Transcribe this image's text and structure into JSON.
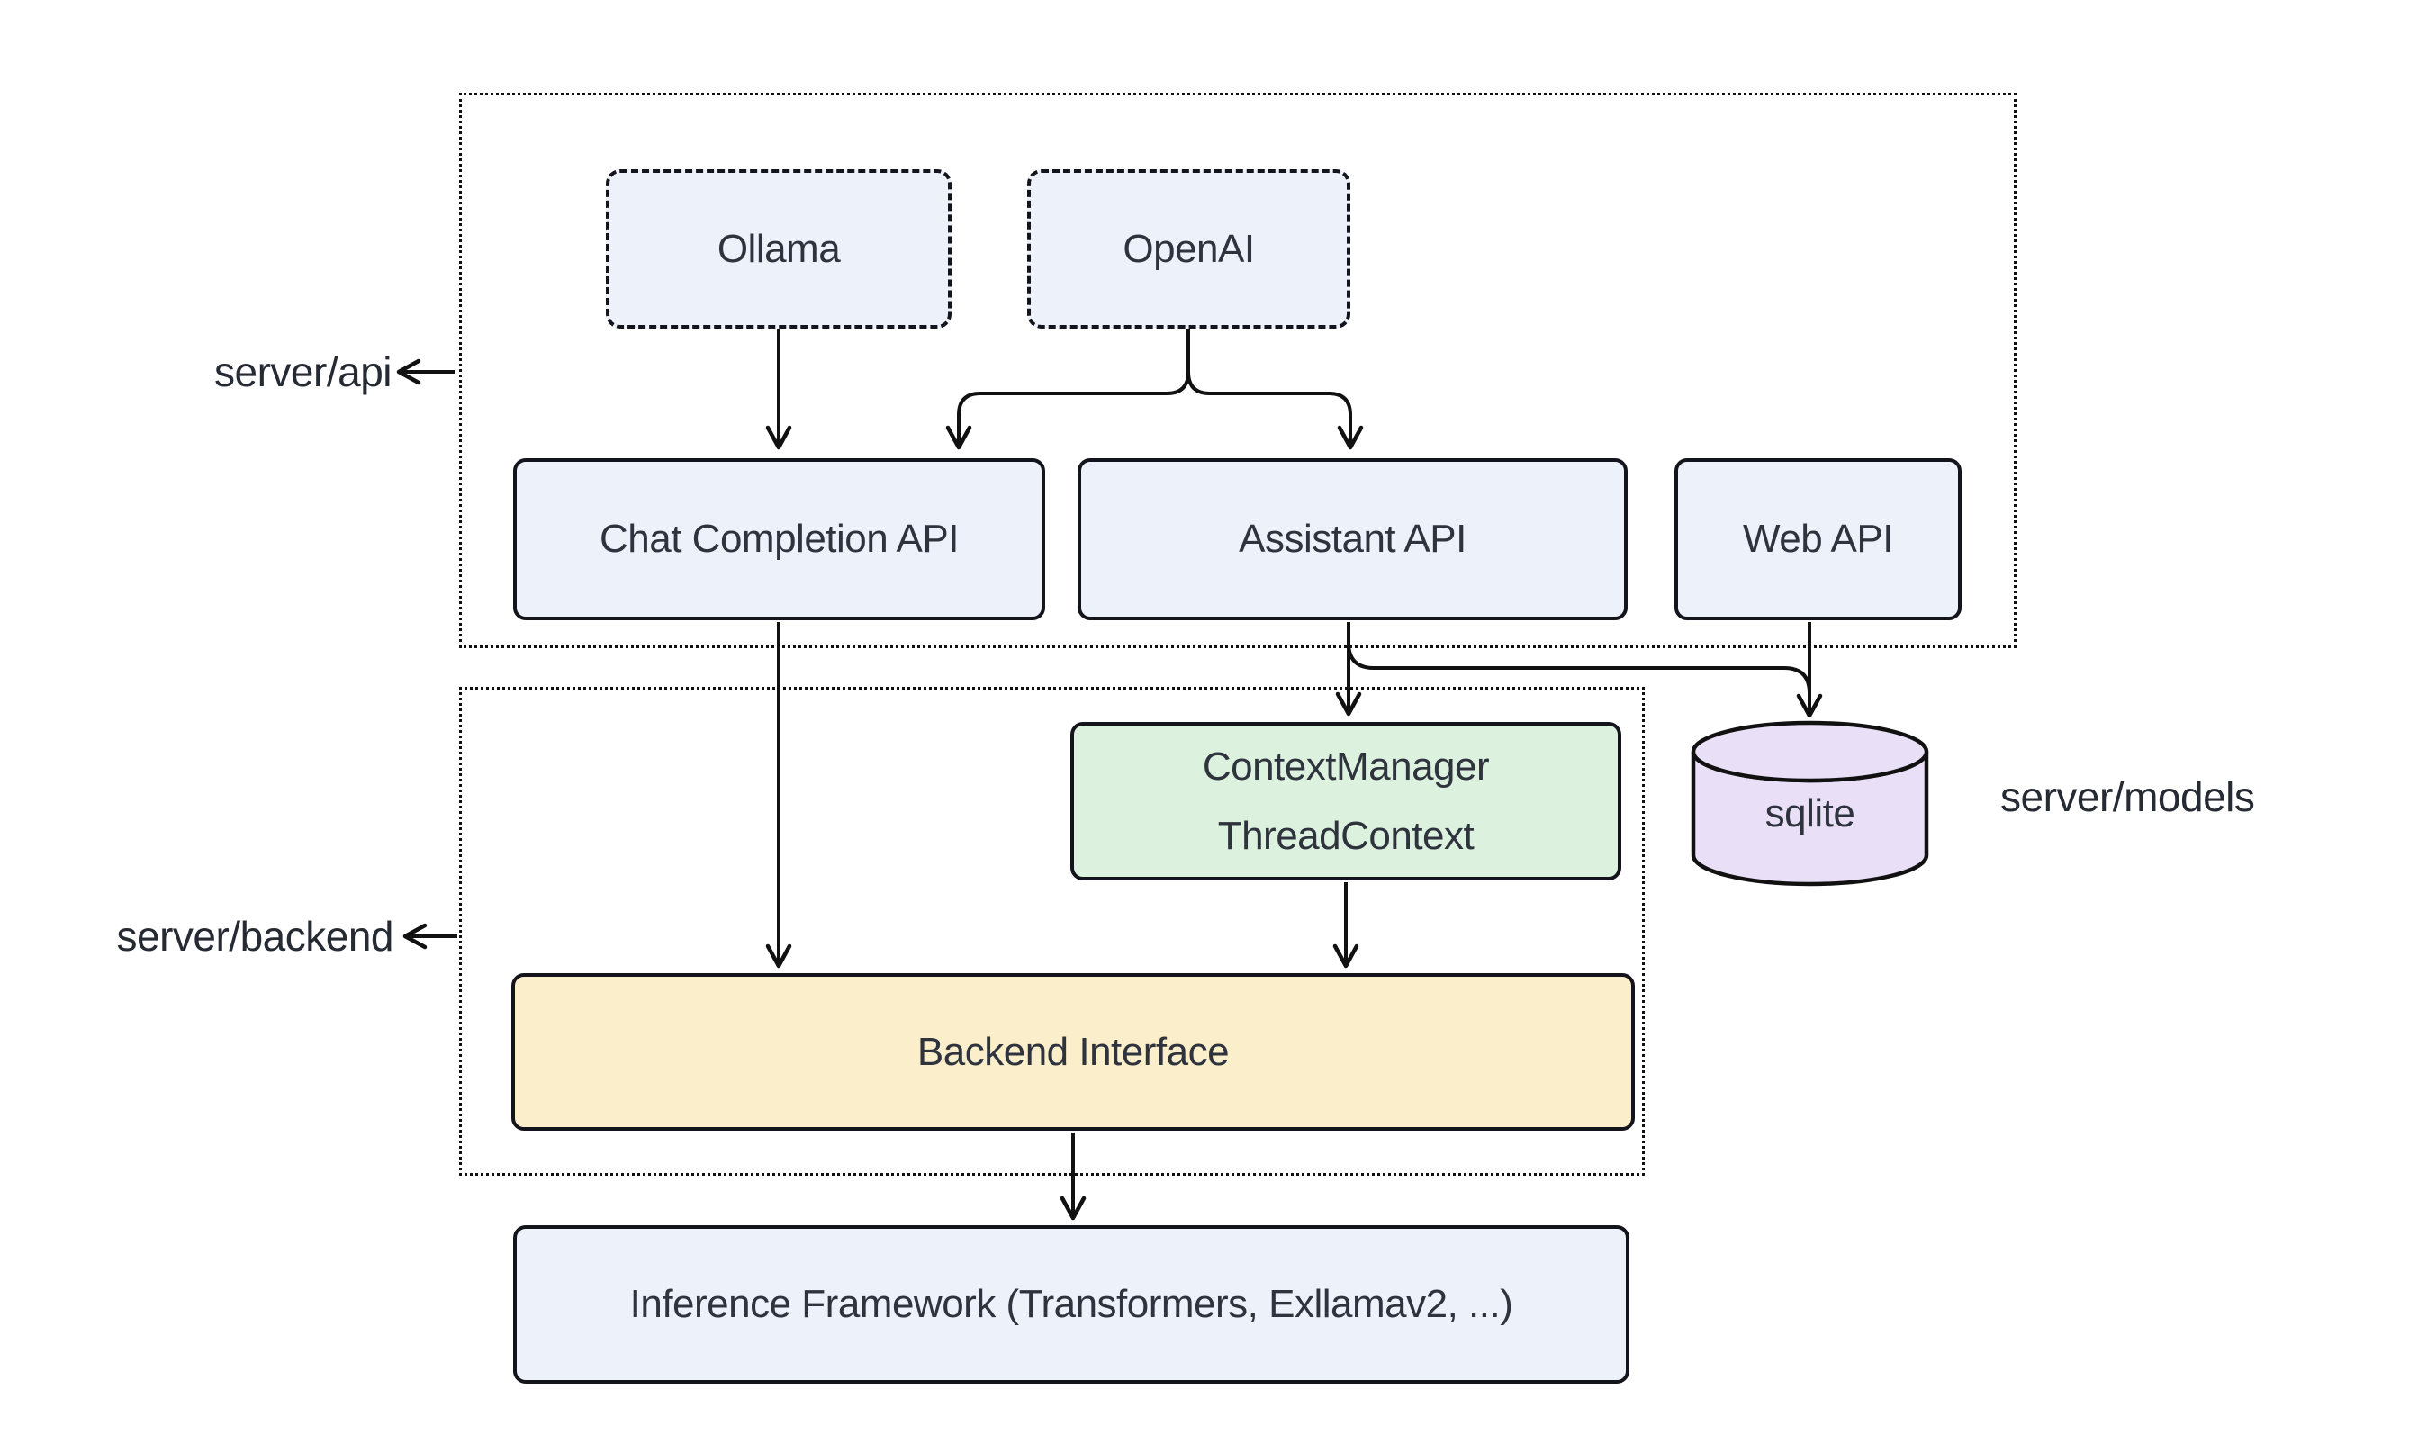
{
  "diagram": {
    "background": "#FFFFFF",
    "stroke_color": "#111111",
    "text_color": "#2E333D",
    "groups": {
      "server_api": {
        "label": "server/api"
      },
      "server_backend": {
        "label": "server/backend"
      },
      "server_models": {
        "label": "server/models"
      }
    },
    "nodes": {
      "ollama": {
        "label": "Ollama",
        "fill": "#EDF1FA",
        "border": "dashed"
      },
      "openai": {
        "label": "OpenAI",
        "fill": "#EDF1FA",
        "border": "dashed"
      },
      "chat_completion_api": {
        "label": "Chat Completion API",
        "fill": "#EDF1FA",
        "border": "solid"
      },
      "assistant_api": {
        "label": "Assistant API",
        "fill": "#EDF1FA",
        "border": "solid"
      },
      "web_api": {
        "label": "Web API",
        "fill": "#EDF1FA",
        "border": "solid"
      },
      "context_manager": {
        "label_line1": "ContextManager",
        "label_line2": "ThreadContext",
        "fill": "#DCF2DE",
        "border": "solid"
      },
      "sqlite": {
        "label": "sqlite",
        "fill": "#E9DFF7",
        "shape": "cylinder"
      },
      "backend_interface": {
        "label": "Backend Interface",
        "fill": "#FBEECA",
        "border": "solid"
      },
      "inference_framework": {
        "label": "Inference Framework (Transformers, Exllamav2, ...)",
        "fill": "#EDF1FA",
        "border": "solid"
      }
    },
    "edges": [
      {
        "from": "ollama",
        "to": "chat_completion_api"
      },
      {
        "from": "openai",
        "to": "chat_completion_api"
      },
      {
        "from": "openai",
        "to": "assistant_api"
      },
      {
        "from": "chat_completion_api",
        "to": "backend_interface"
      },
      {
        "from": "assistant_api",
        "to": "context_manager"
      },
      {
        "from": "assistant_api",
        "to": "sqlite"
      },
      {
        "from": "web_api",
        "to": "sqlite"
      },
      {
        "from": "context_manager",
        "to": "backend_interface"
      },
      {
        "from": "backend_interface",
        "to": "inference_framework"
      }
    ]
  }
}
